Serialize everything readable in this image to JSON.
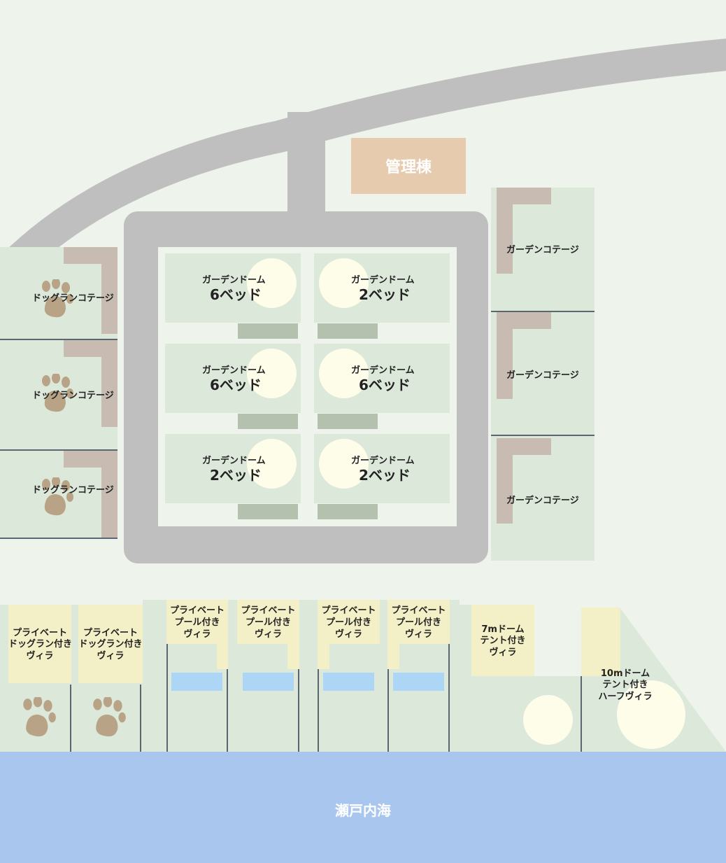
{
  "map": {
    "colors": {
      "background": "#eef3ec",
      "road": "#bfbfbf",
      "plot": "#dce8da",
      "office": "#e6cbae",
      "sea": "#a9c7ee",
      "dome": "#fdfdea",
      "deck": "#b3c1ae",
      "pool": "#acd5f6",
      "sign": "#f3efc6",
      "wall": "#c8bcb2",
      "paw": "#b8a386"
    },
    "office": {
      "label": "管理棟"
    },
    "sea": {
      "label": "瀬戸内海"
    },
    "dog_cottages": [
      {
        "label": "ドッグランコテージ",
        "icon": "paw-icon"
      },
      {
        "label": "ドッグランコテージ",
        "icon": "paw-icon"
      },
      {
        "label": "ドッグランコテージ",
        "icon": "paw-icon"
      }
    ],
    "garden_cottages": [
      {
        "label": "ガーデンコテージ"
      },
      {
        "label": "ガーデンコテージ"
      },
      {
        "label": "ガーデンコテージ"
      }
    ],
    "garden_domes": [
      {
        "name": "ガーデンドーム",
        "beds": "6ベッド"
      },
      {
        "name": "ガーデンドーム",
        "beds": "2ベッド"
      },
      {
        "name": "ガーデンドーム",
        "beds": "6ベッド"
      },
      {
        "name": "ガーデンドーム",
        "beds": "6ベッド"
      },
      {
        "name": "ガーデンドーム",
        "beds": "2ベッド"
      },
      {
        "name": "ガーデンドーム",
        "beds": "2ベッド"
      }
    ],
    "dog_villas": [
      {
        "line1": "プライベート",
        "line2": "ドッグラン付き",
        "line3": "ヴィラ",
        "icon": "paw-icon"
      },
      {
        "line1": "プライベート",
        "line2": "ドッグラン付き",
        "line3": "ヴィラ",
        "icon": "paw-icon"
      }
    ],
    "pool_villas": [
      {
        "line1": "プライベート",
        "line2": "プール付き",
        "line3": "ヴィラ"
      },
      {
        "line1": "プライベート",
        "line2": "プール付き",
        "line3": "ヴィラ"
      },
      {
        "line1": "プライベート",
        "line2": "プール付き",
        "line3": "ヴィラ"
      },
      {
        "line1": "プライベート",
        "line2": "プール付き",
        "line3": "ヴィラ"
      }
    ],
    "tent_villa": {
      "line1": "7mドーム",
      "line2": "テント付き",
      "line3": "ヴィラ"
    },
    "half_villa": {
      "line1": "10mドーム",
      "line2": "テント付き",
      "line3": "ハーフヴィラ"
    }
  }
}
